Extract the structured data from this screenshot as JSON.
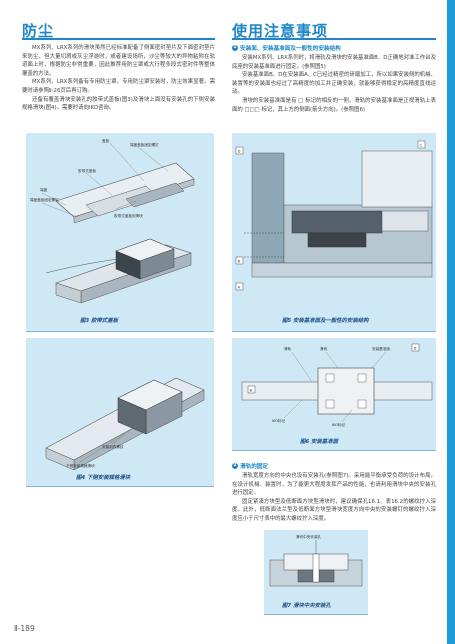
{
  "left": {
    "title": "防尘",
    "paragraphs": [
      "MX系列、LRX系列的滑块虽然已经标准配备了侧面密封垫片及下面密封垫片来防尘，但大量切屑或灰尘浮游时，或者建设场所，沙尘等较大的异物粘附在轨道面上时，根据防尘非常重要，因此推荐用防尘罩或大行程多段式密封件等整体覆盖的方法。",
      "MX系列、LRX系列备有专用防尘罩。专用防尘罩安装时，防尘效果显著。需要时请参照Ⅱ-26页后再订购。",
      "还备有覆盖滑块安装孔的胶带式盖板(图3)及滑块上面没有安装孔的下侧安装规格滑块(图4)。需要时请向IKO咨询。"
    ],
    "fig3": {
      "caption": "图3 胶带式盖板",
      "labels": [
        "盖板",
        "端盖盖板固定螺钉",
        "胶带式盖板",
        "端盖",
        "端盖盖板固定螺钉",
        "胶带式盖板用滑块"
      ]
    },
    "fig4": {
      "caption": "图4 下侧安装规格滑块",
      "labels": [
        "安装用内螺纹",
        "下侧安装规格滑块"
      ]
    }
  },
  "right": {
    "title": "使用注意事项",
    "sub1": {
      "bullet": "1",
      "heading": "安装面、安装基准面及一般性的安装结构",
      "paragraphs": [
        "安装MX系列、LRX系列时，将滑轨及滑块的安装基准面B、D正确地对准工作台及底座的安装基准面进行固定。(参照图5)",
        "安装基准面B、D在安装面A、C已经过精密的研磨加工，所以如果安装侧的机械、装置等的安装面也经过了高精度的加工并正确安装，就能够获得稳定的高精度直线运动。",
        "滑块的安装基准面是有 □ 标记的相反的一侧，滑轨的安装基准面是正视滑轨上表面的 □□□ 标记，其上方的侧面(箭头方向)。(参照图6)"
      ]
    },
    "fig5": {
      "caption": "图5 安装基准面及一般性的安装结构",
      "labels": [
        "D",
        "C",
        "B",
        "A"
      ]
    },
    "fig6": {
      "caption": "图6 安装基准面",
      "labels": [
        "滑轨",
        "滑块",
        "安装基准面",
        "D",
        "B",
        "IKO标记",
        "IKO标记"
      ]
    },
    "sub2": {
      "bullet": "2",
      "heading": "滑轨的固定",
      "paragraphs": [
        "滑轨宽度方向的中央也设有安装孔(参照图7)。采用能平衡承受负荷的设计布局。在设计机械、装置时，为了能更大程度发挥产品的性能，也请利用滑块中央的安装孔进行固定。",
        "固定紧凑方块型及低断面方块型滑块时，建议确保孔16.1、表16.2的螺纹拧入深度。此外，低断面法兰型及低断面方块型滑块宽度方向中央的安装螺钉的螺纹拧入深度应小于尺寸表中的最大螺纹拧入深度。"
      ]
    },
    "fig7": {
      "caption": "图7 滑块中央安装孔",
      "labels": [
        "滑块中央安装孔"
      ]
    }
  },
  "page_number": "Ⅱ-189",
  "colors": {
    "accent": "#1f87c9",
    "figure_bg": "#cfe8f5",
    "side_bar": "#1f9bd7"
  }
}
